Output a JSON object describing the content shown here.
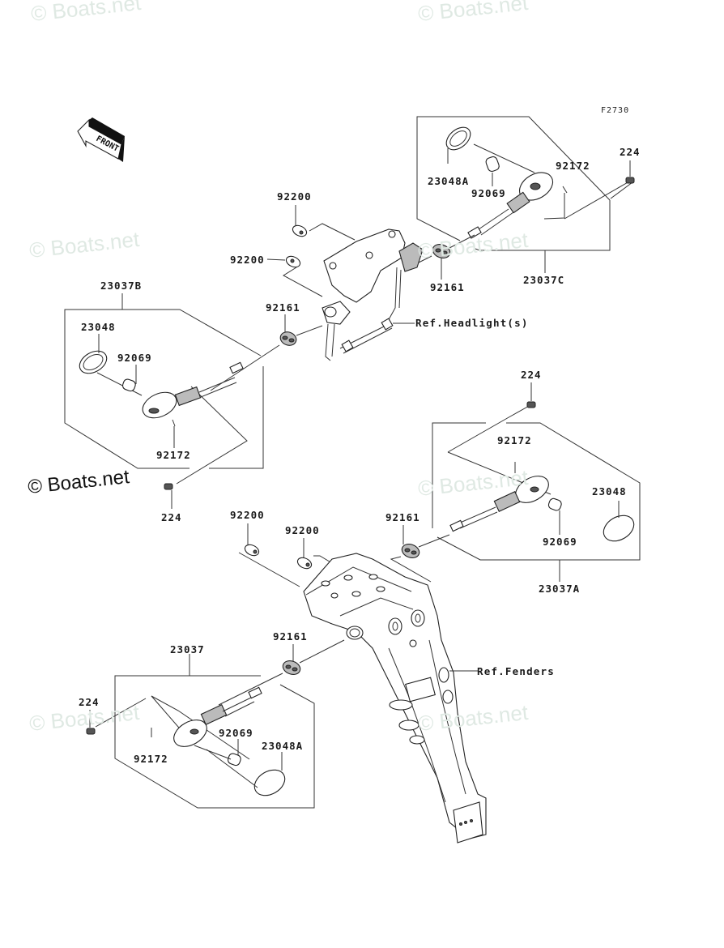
{
  "figure_id": "F2730",
  "watermarks": [
    "© Boats.net",
    "© Boats.net",
    "© Boats.net",
    "© Boats.net",
    "© Boats.net",
    "© Boats.net",
    "© Boats.net"
  ],
  "watermark_primary": "© Boats.net",
  "front_arrow": "FRONT",
  "references": {
    "headlight": "Ref.Headlight(s)",
    "fenders": "Ref.Fenders"
  },
  "assemblies": {
    "front_right": {
      "assembly": "23037C",
      "lens": "23048A",
      "bulb": "92069",
      "screw": "92172",
      "bolt": "224",
      "damper": "92161"
    },
    "front_left": {
      "assembly": "23037B",
      "lens": "23048",
      "bulb": "92069",
      "screw": "92172",
      "bolt": "224",
      "damper": "92161"
    },
    "rear_right": {
      "assembly": "23037A",
      "lens": "23048",
      "bulb": "92069",
      "screw": "92172",
      "bolt": "224",
      "damper": "92161"
    },
    "rear_left": {
      "assembly": "23037",
      "lens": "23048A",
      "bulb": "92069",
      "screw": "92172",
      "bolt": "224",
      "damper": "92161"
    }
  },
  "brackets": {
    "front_clip_upper": "92200",
    "front_clip_lower": "92200",
    "rear_clip_left": "92200",
    "rear_clip_right": "92200"
  }
}
